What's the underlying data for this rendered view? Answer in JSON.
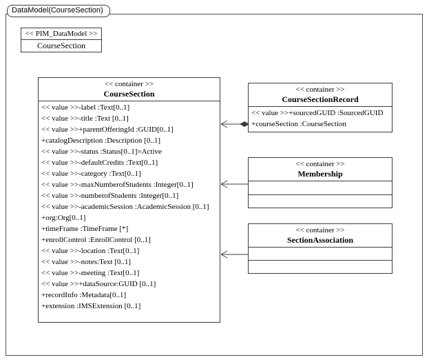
{
  "frame": {
    "label": "DataModel(CourseSection)"
  },
  "package": {
    "stereotype": "<< PIM_DataModel >>",
    "name": "CourseSection"
  },
  "classes": {
    "courseSection": {
      "stereotype": "<< container >>",
      "name": "CourseSection",
      "attributes": [
        "<< value >>-label :Text[0..1]",
        "<< value >>-title :Text [0..1]",
        "<< value >>+parentOfferingId :GUID[0..1]",
        "+catalogDescription :Description [0..1]",
        "<< value >>-status :Status[0..1]=Active",
        "<< value >>-defaultCredits :Text[0..1]",
        "<< value >>-category :Text[0..1]",
        "<< value >>-maxNumberofStudents :Integer[0..1]",
        "<< value >>-numberofStudents :Integer[0..1]",
        "<< value >>-academicSession :AcademicSession [0..1]",
        "+org:Org[0..1]",
        "+timeFrame :TimeFrame [*]",
        "+enrollControl :EnrollControl [0..1]",
        "<< value >>-location :Text[0..1]",
        "<< value >>-notes:Text [0..1]",
        "<< value >>-meeting :Text[0..1]",
        "<< value >>+dataSource:GUID [0..1]",
        "+recordInfo :Metadata[0..1]",
        "+extension :IMSExtension [0..1]"
      ]
    },
    "courseSectionRecord": {
      "stereotype": "<< container >>",
      "name": "CourseSectionRecord",
      "attributes": [
        "<< value >>+sourcedGUID :SourcedGUID",
        "+courseSection :CourseSection"
      ]
    },
    "membership": {
      "stereotype": "<< container >>",
      "name": "Membership"
    },
    "sectionAssociation": {
      "stereotype": "<< container >>",
      "name": "SectionAssociation"
    }
  },
  "colors": {
    "line": "#3c3c3c",
    "background": "#ffffff"
  }
}
